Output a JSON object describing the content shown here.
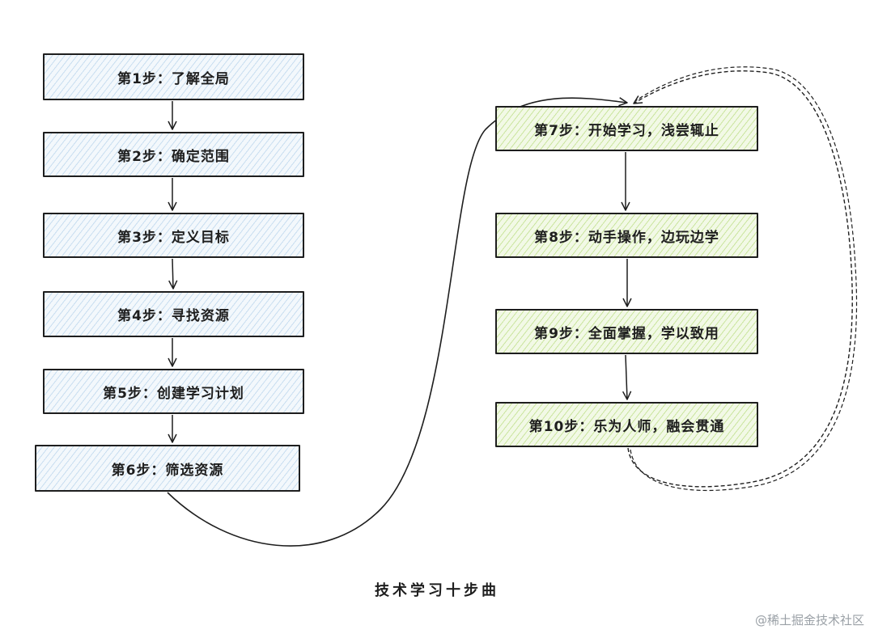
{
  "diagram": {
    "steps": [
      {
        "id": "n1",
        "label": "第1步：了解全局",
        "style": "blue"
      },
      {
        "id": "n2",
        "label": "第2步：确定范围",
        "style": "blue"
      },
      {
        "id": "n3",
        "label": "第3步：定义目标",
        "style": "blue"
      },
      {
        "id": "n4",
        "label": "第4步：寻找资源",
        "style": "blue"
      },
      {
        "id": "n5",
        "label": "第5步：创建学习计划",
        "style": "blue"
      },
      {
        "id": "n6",
        "label": "第6步：筛选资源",
        "style": "blue"
      },
      {
        "id": "n7",
        "label": "第7步：开始学习，浅尝辄止",
        "style": "green"
      },
      {
        "id": "n8",
        "label": "第8步：动手操作，边玩边学",
        "style": "green"
      },
      {
        "id": "n9",
        "label": "第9步：全面掌握，学以致用",
        "style": "green"
      },
      {
        "id": "n10",
        "label": "第10步：乐为人师，融会贯通",
        "style": "green"
      }
    ],
    "edges": [
      {
        "from": "n1",
        "to": "n2",
        "line": "solid"
      },
      {
        "from": "n2",
        "to": "n3",
        "line": "solid"
      },
      {
        "from": "n3",
        "to": "n4",
        "line": "solid"
      },
      {
        "from": "n4",
        "to": "n5",
        "line": "solid"
      },
      {
        "from": "n5",
        "to": "n6",
        "line": "solid"
      },
      {
        "from": "n6",
        "to": "n7",
        "line": "solid"
      },
      {
        "from": "n7",
        "to": "n8",
        "line": "solid"
      },
      {
        "from": "n8",
        "to": "n9",
        "line": "solid"
      },
      {
        "from": "n9",
        "to": "n10",
        "line": "solid"
      },
      {
        "from": "n10",
        "to": "n7",
        "line": "dashed"
      }
    ],
    "caption": "技术学习十步曲",
    "colors": {
      "stroke": "#1e1e1e",
      "blue_fill": "#f3f8fc",
      "green_fill": "#f2f9e6"
    }
  },
  "watermark": "@稀土掘金技术社区"
}
